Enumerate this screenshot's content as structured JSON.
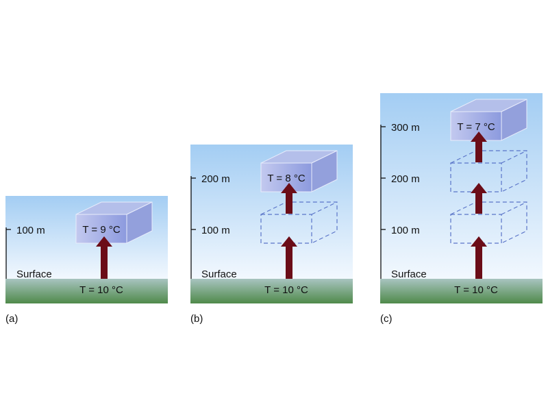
{
  "panels": [
    {
      "label": "(a)",
      "surface_label": "Surface",
      "surface_temp": "T = 10 °C",
      "parcel_temp": "T = 9 °C",
      "altitude_ticks": [
        "100 m"
      ]
    },
    {
      "label": "(b)",
      "surface_label": "Surface",
      "surface_temp": "T = 10 °C",
      "parcel_temp": "T = 8 °C",
      "altitude_ticks": [
        "100 m",
        "200 m"
      ]
    },
    {
      "label": "(c)",
      "surface_label": "Surface",
      "surface_temp": "T = 10 °C",
      "parcel_temp": "T = 7 °C",
      "altitude_ticks": [
        "100 m",
        "200 m",
        "300 m"
      ]
    }
  ],
  "colors": {
    "sky_top": "#a3cdf3",
    "sky_bottom": "#f2f8fe",
    "ground_top": "#a8c4c0",
    "ground_bottom": "#4f8a4a",
    "arrow": "#6b0d18",
    "parcel_dash": "#5a74c8",
    "axis": "#111111"
  }
}
